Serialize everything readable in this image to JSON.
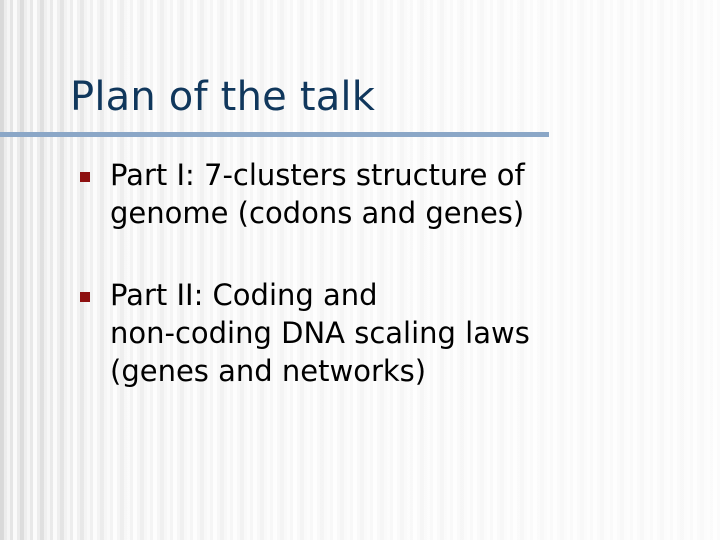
{
  "slide": {
    "title": "Plan of the talk",
    "title_color": "#10375c",
    "rule_color": "#8ba7c7",
    "background_style": "vertical-stripes-gray-to-white",
    "bullet_marker_color": "#8e1111",
    "body_text_color": "#000000",
    "bullets": [
      {
        "marker": "square-bullet-icon",
        "text": "Part I: 7-clusters structure of\ngenome (codons and genes)"
      },
      {
        "marker": "square-bullet-icon",
        "text": "Part II: Coding and\nnon-coding DNA scaling laws\n(genes and networks)"
      }
    ]
  }
}
